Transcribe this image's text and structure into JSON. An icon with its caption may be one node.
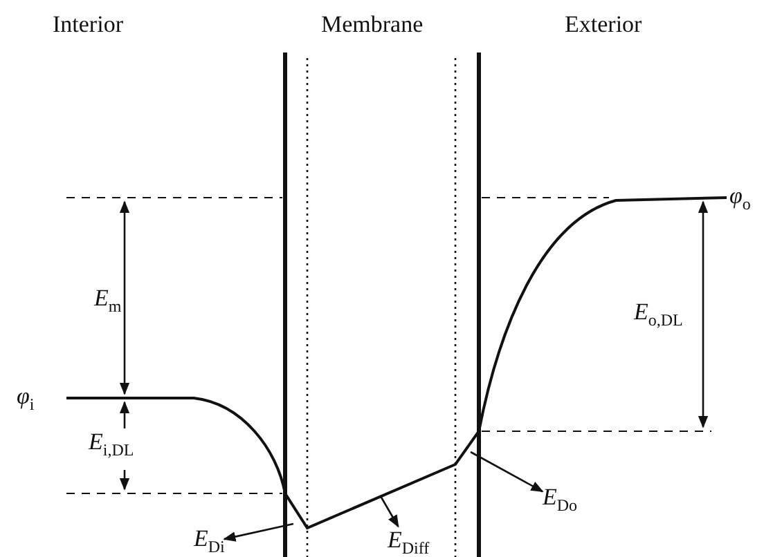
{
  "diagram": {
    "nodes": [
      {
        "text": [
          "*E*$_{Di}$"
        ]
      },
      {
        "text": [
          "*E*$_{Diff}$"
        ]
      },
      {
        "text": [
          "*E*$_{Do}$"
        ]
      }
    ],
    "edges": [
      {
        "from": null,
        "to": 0,
        "arrow": "to"
      },
      {
        "from": null,
        "to": 1,
        "arrow": "to"
      },
      {
        "from": null,
        "to": 2,
        "arrow": "to"
      }
    ],
    "labels": [
      "Interior",
      "Membrane",
      "Exterior",
      "*φ*$_{o}$",
      "*E*$_{m}$",
      "*φ*$_{i}$",
      "*E*$_{i,DL}$",
      "*E*$_{o,DL}$"
    ]
  }
}
